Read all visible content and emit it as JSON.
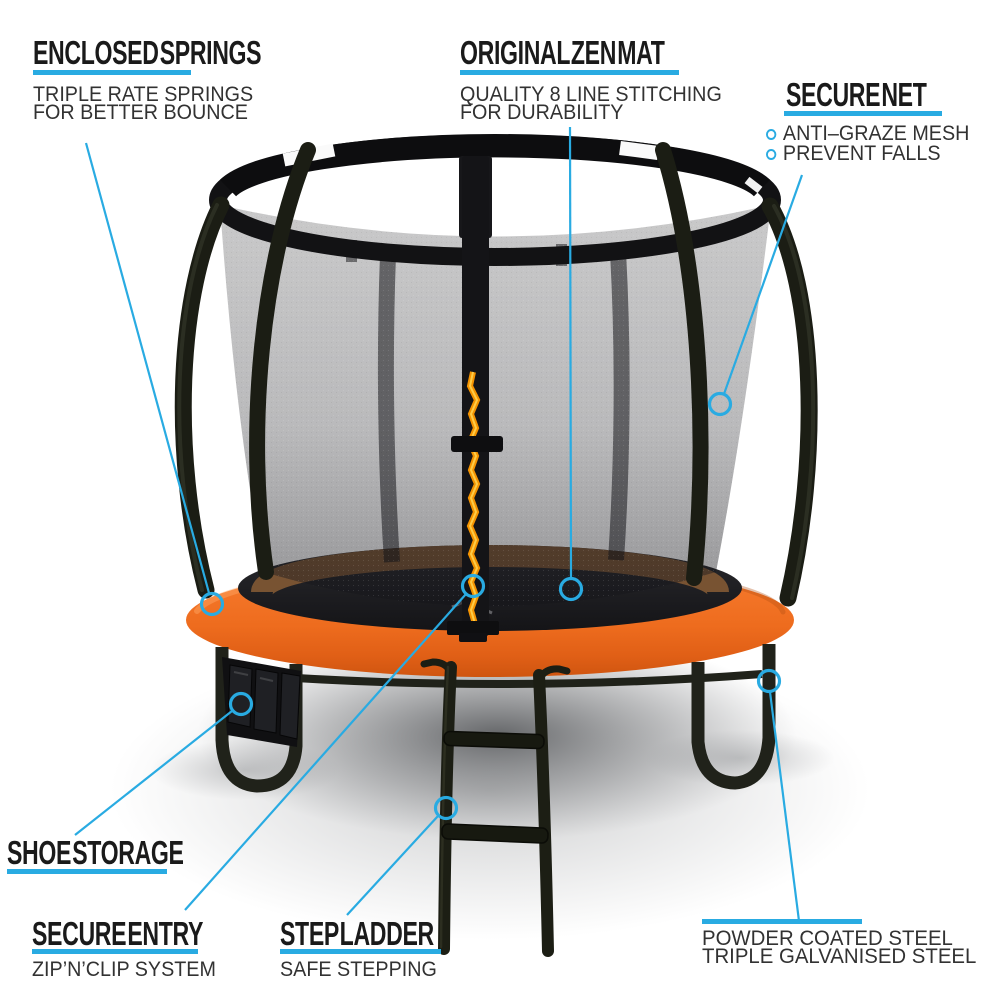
{
  "callouts": {
    "enclosed_springs": {
      "title": "ENCLOSED SPRINGS",
      "line1": "TRIPLE RATE SPRINGS",
      "line2": "FOR BETTER BOUNCE"
    },
    "original_zen_mat": {
      "title": "ORIGINAL ZEN MAT",
      "line1": "QUALITY 8 LINE STITCHING",
      "line2": "FOR DURABILITY"
    },
    "secure_net": {
      "title": "SECURE NET",
      "bullet1": "ANTI–GRAZE MESH",
      "bullet2": "PREVENT FALLS"
    },
    "shoe_storage": {
      "title": "SHOE STORAGE"
    },
    "secure_entry": {
      "title": "SECURE ENTRY",
      "line1": "ZIP’N’CLIP SYSTEM"
    },
    "step_ladder": {
      "title": "STEP LADDER",
      "line1": "SAFE STEPPING"
    },
    "steel_frame": {
      "line1": "POWDER COATED STEEL",
      "line2": "TRIPLE GALVANISED STEEL"
    }
  },
  "colors": {
    "accent": "#29abe2",
    "title_text": "#1a1a1a",
    "subtitle_text": "#323232",
    "pad_orange": "#ee6c1e",
    "pad_orange_highlight": "#f78e4e",
    "pad_orange_shadow": "#cf5510",
    "mat_black": "#1a1a1d",
    "mat_far_brown": "#7d5634",
    "net_gray": "#9a9a9a",
    "frame_black": "#20221a",
    "zipper_orange": "#f59300"
  }
}
